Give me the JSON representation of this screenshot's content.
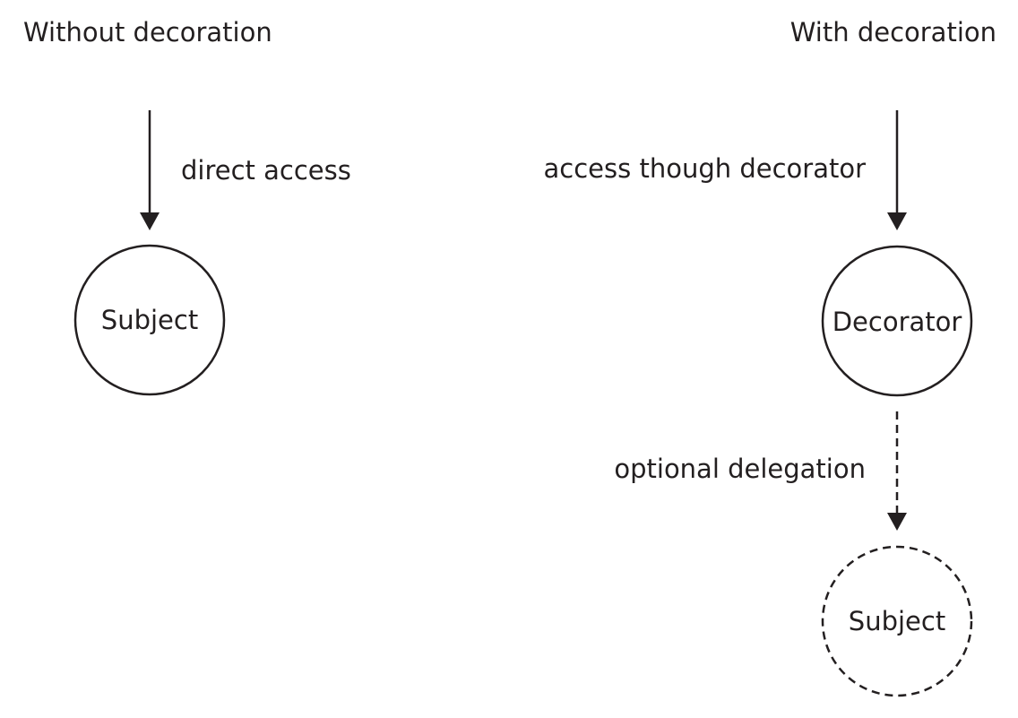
{
  "left_panel": {
    "heading": "Without decoration",
    "arrow_label": "direct access",
    "node_label": "Subject"
  },
  "right_panel": {
    "heading": "With decoration",
    "arrow_label": "access though decorator",
    "decorator_label": "Decorator",
    "delegation_label": "optional delegation",
    "subject_label": "Subject"
  },
  "colors": {
    "ink": "#231f20",
    "background": "#ffffff"
  }
}
